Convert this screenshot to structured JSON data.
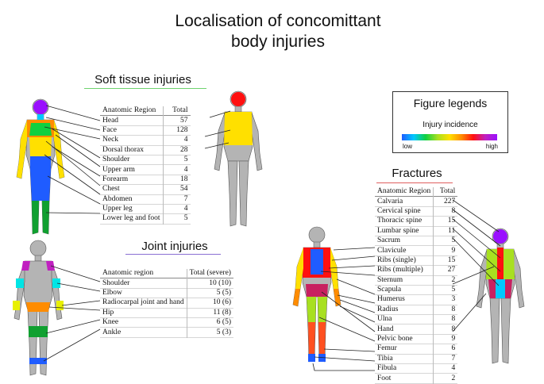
{
  "title_line1": "Localisation of concomittant",
  "title_line2": "body injuries",
  "soft_tissue": {
    "title": "Soft tissue injuries",
    "columns": [
      "Anatomic Region",
      "Total"
    ],
    "rows": [
      [
        "Head",
        "57"
      ],
      [
        "Face",
        "128"
      ],
      [
        "Neck",
        "4"
      ],
      [
        "Dorsal thorax",
        "28"
      ],
      [
        "Shoulder",
        "5"
      ],
      [
        "Upper arm",
        "4"
      ],
      [
        "Forearm",
        "18"
      ],
      [
        "Chest",
        "54"
      ],
      [
        "Abdomen",
        "7"
      ],
      [
        "Upper leg",
        "4"
      ],
      [
        "Lower leg and foot",
        "5"
      ]
    ]
  },
  "joint": {
    "title": "Joint injuries",
    "columns": [
      "Anatomic region",
      "Total (severe)"
    ],
    "rows": [
      [
        "Shoulder",
        "10 (10)"
      ],
      [
        "Elbow",
        "5 (5)"
      ],
      [
        "Radiocarpal joint and hand",
        "10 (6)"
      ],
      [
        "Hip",
        "11 (8)"
      ],
      [
        "Knee",
        "6 (5)"
      ],
      [
        "Ankle",
        "5 (3)"
      ]
    ]
  },
  "fractures": {
    "title": "Fractures",
    "columns": [
      "Anatomic Region",
      "Total"
    ],
    "rows": [
      [
        "Calvaria",
        "227"
      ],
      [
        "Cervical spine",
        "8"
      ],
      [
        "Thoracic spine",
        "15"
      ],
      [
        "Lumbar spine",
        "11"
      ],
      [
        "Sacrum",
        "5"
      ],
      [
        "Clavicule",
        "9"
      ],
      [
        "Ribs (single)",
        "15"
      ],
      [
        "Ribs (multiple)",
        "27"
      ],
      [
        "Sternum",
        "2"
      ],
      [
        "Scapula",
        "5"
      ],
      [
        "Humerus",
        "3"
      ],
      [
        "Radius",
        "8"
      ],
      [
        "Ulna",
        "8"
      ],
      [
        "Hand",
        "8"
      ],
      [
        "Pelvic bone",
        "9"
      ],
      [
        "Femur",
        "6"
      ],
      [
        "Tibia",
        "7"
      ],
      [
        "Fibula",
        "4"
      ],
      [
        "Foot",
        "2"
      ]
    ]
  },
  "legend": {
    "title": "Figure legends",
    "subtitle": "Injury incidence",
    "low": "low",
    "high": "high",
    "colors": [
      "#1f5cff",
      "#00c8ff",
      "#10d040",
      "#a8e020",
      "#ffe000",
      "#ff8c00",
      "#ff1010",
      "#c020c0",
      "#9a10ff"
    ]
  },
  "colors": {
    "body": "#b4b4b4",
    "soft_underline": "#6fd36f",
    "joint_underline": "#8a6fd3",
    "fracture_underline": "#e06060"
  }
}
